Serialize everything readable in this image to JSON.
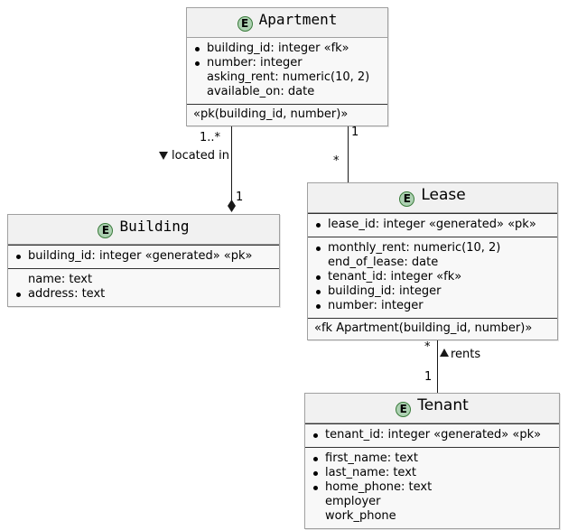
{
  "diagram": {
    "type": "entity-relationship-uml",
    "entity_icon_letter": "E",
    "colors": {
      "entity_header_bg": "#F1F1F1",
      "entity_body_bg": "#F8F8F8",
      "entity_border": "#A0A0A0",
      "icon_fill": "#ADD1B2",
      "icon_border": "#397B3A",
      "line": "#181818",
      "text": "#000000",
      "background": "#FFFFFF"
    }
  },
  "entities": [
    {
      "id": "apartment",
      "title": "Apartment",
      "icon": "E",
      "key_attributes": [],
      "attributes": [
        {
          "text": "building_id: integer «fk»",
          "bullet": true
        },
        {
          "text": "number: integer",
          "bullet": true
        },
        {
          "text": "asking_rent: numeric(10, 2)",
          "bullet": false
        },
        {
          "text": "available_on: date",
          "bullet": false
        }
      ],
      "footer": "«pk(building_id, number)»"
    },
    {
      "id": "building",
      "title": "Building",
      "icon": "E",
      "key_attributes": [
        {
          "text": "building_id: integer «generated» «pk»",
          "bullet": true
        }
      ],
      "attributes": [
        {
          "text": "name: text",
          "bullet": false
        },
        {
          "text": "address: text",
          "bullet": true
        }
      ],
      "footer": ""
    },
    {
      "id": "lease",
      "title": "Lease",
      "icon": "E",
      "key_attributes": [
        {
          "text": "lease_id: integer «generated» «pk»",
          "bullet": true
        }
      ],
      "attributes": [
        {
          "text": "monthly_rent: numeric(10, 2)",
          "bullet": true
        },
        {
          "text": "end_of_lease: date",
          "bullet": false
        },
        {
          "text": "tenant_id: integer «fk»",
          "bullet": true
        },
        {
          "text": "building_id: integer",
          "bullet": true
        },
        {
          "text": "number: integer",
          "bullet": true
        }
      ],
      "footer": "«fk Apartment(building_id, number)»"
    },
    {
      "id": "tenant",
      "title": "Tenant",
      "icon": "E",
      "key_attributes": [
        {
          "text": "tenant_id: integer «generated» «pk»",
          "bullet": true
        }
      ],
      "attributes": [
        {
          "text": "first_name: text",
          "bullet": true
        },
        {
          "text": "last_name: text",
          "bullet": true
        },
        {
          "text": "home_phone: text",
          "bullet": true
        },
        {
          "text": "employer",
          "bullet": false
        },
        {
          "text": "work_phone",
          "bullet": false
        }
      ],
      "footer": ""
    }
  ],
  "relationships": [
    {
      "id": "apartment-building",
      "from": "Apartment",
      "to": "Building",
      "label": "located in",
      "label_direction": "down",
      "source_cardinality": "1..*",
      "target_cardinality": "1",
      "target_marker": "composition-diamond"
    },
    {
      "id": "apartment-lease",
      "from": "Apartment",
      "to": "Lease",
      "label": "",
      "label_direction": "",
      "source_cardinality": "1",
      "target_cardinality": "*",
      "target_marker": "none"
    },
    {
      "id": "lease-tenant",
      "from": "Lease",
      "to": "Tenant",
      "label": "rents",
      "label_direction": "up",
      "source_cardinality": "*",
      "target_cardinality": "1",
      "target_marker": "none"
    }
  ]
}
